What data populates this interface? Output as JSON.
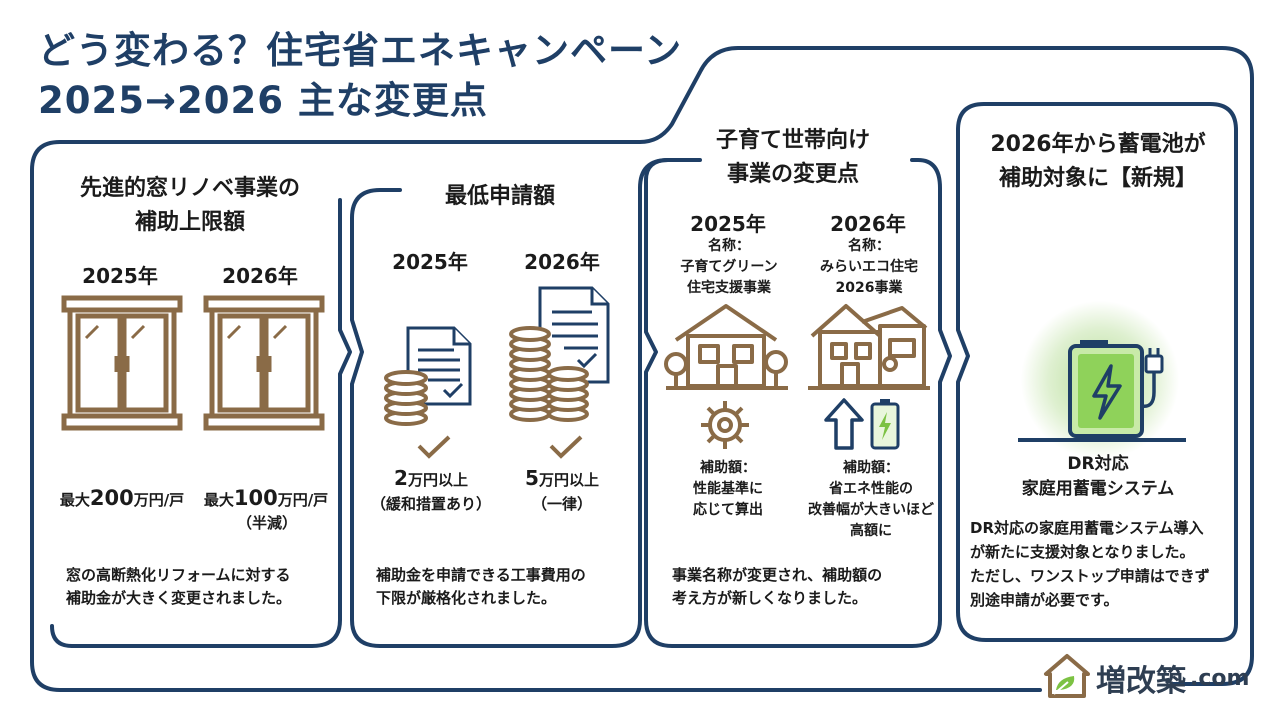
{
  "header": {
    "title_line1": "どう変わる？住宅省エネキャンペーン",
    "title_line2": "2025→2026 主な変更点"
  },
  "panels": [
    {
      "title_line1": "先進的窓リノベ事業の",
      "title_line2": "補助上限額",
      "year_a": "2025年",
      "year_b": "2026年",
      "value_a_prefix": "最大",
      "value_a_num": "200",
      "value_a_unit": "万円/戸",
      "value_b_prefix": "最大",
      "value_b_num": "100",
      "value_b_unit": "万円/戸",
      "value_b_note": "（半減）",
      "desc_line1": "窓の高断熱化リフォームに対する",
      "desc_line2": "補助金が大きく変更されました。"
    },
    {
      "title": "最低申請額",
      "year_a": "2025年",
      "year_b": "2026年",
      "value_a_num": "2",
      "value_a_unit": "万円以上",
      "value_a_note": "（緩和措置あり）",
      "value_b_num": "5",
      "value_b_unit": "万円以上",
      "value_b_note": "（一律）",
      "desc_line1": "補助金を申請できる工事費用の",
      "desc_line2": "下限が厳格化されました。"
    },
    {
      "title_line1": "子育て世帯向け",
      "title_line2": "事業の変更点",
      "year_a": "2025年",
      "year_b": "2026年",
      "name_a_line1": "名称：",
      "name_a_line2": "子育てグリーン",
      "name_a_line3": "住宅支援事業",
      "name_b_line1": "名称：",
      "name_b_line2": "みらいエコ住宅",
      "name_b_line3": "2026事業",
      "amount_a_line1": "補助額：",
      "amount_a_line2": "性能基準に",
      "amount_a_line3": "応じて算出",
      "amount_b_line1": "補助額：",
      "amount_b_line2": "省エネ性能の",
      "amount_b_line3": "改善幅が大きいほど",
      "amount_b_line4": "高額に",
      "desc_line1": "事業名称が変更され、補助額の",
      "desc_line2": "考え方が新しくなりました。"
    },
    {
      "title_line1": "2026年から蓄電池が",
      "title_line2": "補助対象に【新規】",
      "label_line1": "DR対応",
      "label_line2": "家庭用蓄電システム",
      "desc_line1": "DR対応の家庭用蓄電システム導入",
      "desc_line2": "が新たに支援対象となりました。",
      "desc_line3": "ただし、ワンストップ申請はできず",
      "desc_line4": "別途申請が必要です。"
    }
  ],
  "logo": {
    "name": "増改築",
    "suffix": ".com"
  },
  "colors": {
    "navy": "#1f3f66",
    "brown": "#8a6b47",
    "green": "#7cc243",
    "text": "#1b1b1b"
  }
}
